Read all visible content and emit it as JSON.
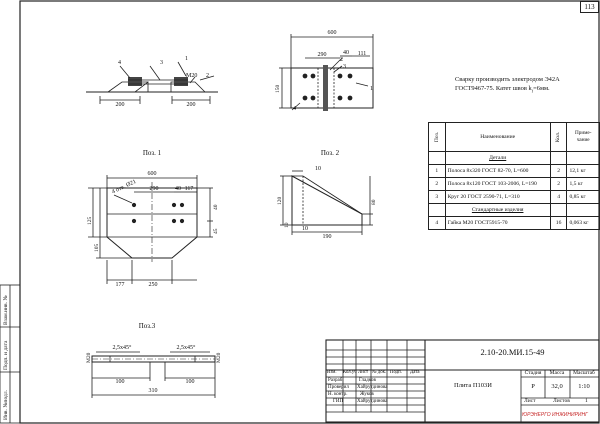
{
  "sheet": {
    "page_number": "113"
  },
  "note": {
    "line1": "Сварку производить электродом Э42А",
    "line2": "ГОСТ9467-75. Катет швов k",
    "line2_sub": "f",
    "line2_end": "=6мм."
  },
  "spec": {
    "headers": {
      "pos": "Поз.",
      "name": "Наименование",
      "qty": "Кол.",
      "note": "Приме-чание"
    },
    "section_details": "Детали",
    "section_standard": "Стандартные изделия",
    "rows": [
      {
        "pos": "1",
        "name": "Полоса 8х320 ГОСТ 82-70, L=600",
        "qty": "2",
        "note": "12,1 кг"
      },
      {
        "pos": "2",
        "name": "Полоса 8х120 ГОСТ 103-2006, L=190",
        "qty": "2",
        "note": "1,5 кг"
      },
      {
        "pos": "3",
        "name": "Круг 20 ГОСТ 2590-71, L=310",
        "qty": "4",
        "note": "0,85 кг"
      }
    ],
    "std_rows": [
      {
        "pos": "4",
        "name": "Гайка М20 ГОСТ5915-70",
        "qty": "16",
        "note": "0,063 кг"
      }
    ]
  },
  "captions": {
    "pos1": "Поз. 1",
    "pos2": "Поз. 2",
    "pos3": "Поз.3"
  },
  "dims": {
    "v1_200a": "200",
    "v1_200b": "200",
    "v1_m20": "М20",
    "v1_c1": "1",
    "v1_c2": "2",
    "v1_c3": "3",
    "v1_c4": "4",
    "v2_600": "600",
    "v2_290": "290",
    "v2_40": "40",
    "v2_111": "111",
    "v2_150": "150",
    "v2_c1": "1",
    "v2_c2": "2",
    "v2_c3": "3",
    "v2_c4": "4",
    "p1_600": "600",
    "p1_290": "290",
    "p1_40": "40",
    "p1_117": "117",
    "p1_holes": "4 отв. Ø21",
    "p1_40r": "40",
    "p1_45r": "45",
    "p1_125": "125",
    "p1_105": "105",
    "p1_177": "177",
    "p1_250": "250",
    "p2_10a": "10",
    "p2_120": "120",
    "p2_80": "80",
    "p2_10b": "10",
    "p2_10c": "10",
    "p2_190": "190",
    "p3_ch1": "2,5x45°",
    "p3_ch2": "2,5x45°",
    "p3_m20": "М20",
    "p3_m20b": "М20",
    "p3_100a": "100",
    "p3_100b": "100",
    "p3_310": "310"
  },
  "titleblock": {
    "code": "2.10-20.МИ.15-49",
    "title": "Плита П103И",
    "col_stage": "Стадия",
    "col_mass": "Масса",
    "col_scale": "Масштаб",
    "stage": "Р",
    "mass": "32,0",
    "scale": "1:10",
    "sheet_label": "Лист",
    "sheets_label": "Листов",
    "sheets_count": "1",
    "hdr_izm": "Изм.",
    "hdr_kol": "Кол.уч",
    "hdr_list": "Лист",
    "hdr_doc": "№ док.",
    "hdr_sign": "Подп.",
    "hdr_date": "Дата",
    "r1_role": "Разраб.",
    "r1_name": "Гладков",
    "r2_role": "Проверил",
    "r2_name": "Хайрутдинова",
    "r3_role": "Н. контр.",
    "r3_name": "Жуков",
    "r4_role": "ГИП",
    "r4_name": "Хайрутдинова",
    "logo": "ЮРЭНЕРГО  ИНЖИНИРИНГ"
  },
  "margin": {
    "inv_orig": "Инв. №подл.",
    "sign_date": "Подп. и дата",
    "inv_dup": "Взам.инв. №"
  }
}
